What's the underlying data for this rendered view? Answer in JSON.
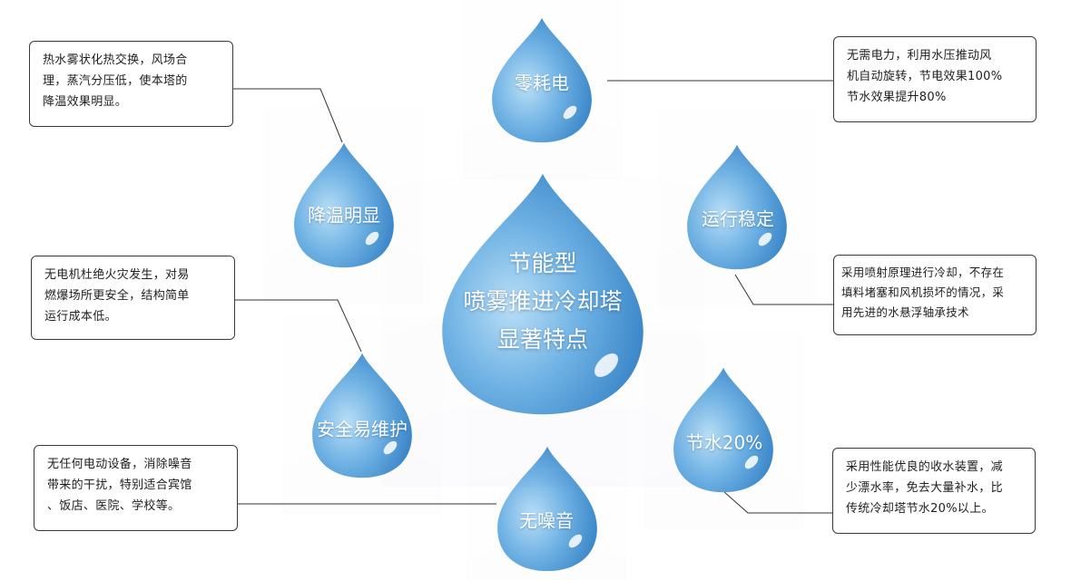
{
  "center": {
    "lines": [
      "节能型",
      "喷雾推进冷却塔",
      "显著特点"
    ]
  },
  "features": [
    {
      "id": "zero-power",
      "title": "零耗电",
      "desc": [
        "无需电力，利用水压推动风",
        "机自动旋转，节电效果100%",
        "节水效果提升80%"
      ]
    },
    {
      "id": "cooling",
      "title": "降温明显",
      "desc": [
        "热水雾状化热交换，风场合",
        "理，蒸汽分压低，使本塔的",
        "降温效果明显。"
      ]
    },
    {
      "id": "stable",
      "title": "运行稳定",
      "desc": [
        "采用喷射原理进行冷却，不存在",
        "填料堵塞和风机损坏的情况，采",
        "用先进的水悬浮轴承技术"
      ]
    },
    {
      "id": "safety",
      "title": "安全易维护",
      "desc": [
        "无电机杜绝火灾发生，对易",
        "燃爆场所更安全，结构简单",
        "运行成本低。"
      ]
    },
    {
      "id": "water-saving",
      "title": "节水20%",
      "desc": [
        "采用性能优良的收水装置，减",
        "少漂水率，免去大量补水，比",
        "传统冷却塔节水20%以上。"
      ]
    },
    {
      "id": "noiseless",
      "title": "无噪音",
      "desc": [
        "无任何电动设备，消除噪音",
        "带来的干扰，特别适合宾馆",
        "、饭店、医院、学校等。"
      ]
    }
  ],
  "colors": {
    "drop_light": "#a8d4f2",
    "drop_mid": "#5aa3dc",
    "drop_dark": "#2f7fc4",
    "box_border": "#3a3a3a",
    "connector": "#333333"
  }
}
